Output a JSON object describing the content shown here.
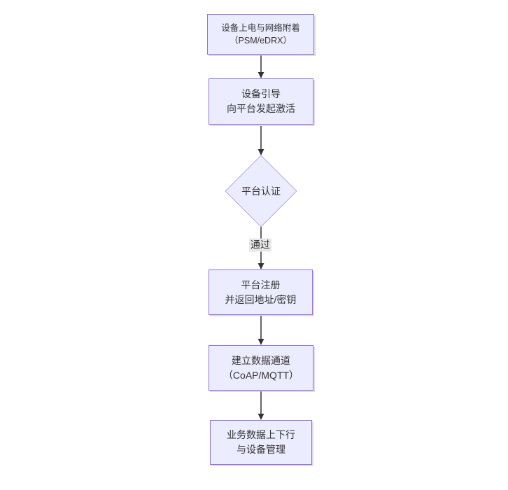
{
  "diagram": {
    "type": "flowchart-top-down",
    "nodes": [
      {
        "id": "power-attach",
        "shape": "rect",
        "lines": [
          "设备上电与网络附着",
          "（PSM/eDRX）"
        ]
      },
      {
        "id": "bootstrap-activate",
        "shape": "rect",
        "lines": [
          "设备引导",
          "向平台发起激活"
        ]
      },
      {
        "id": "platform-auth",
        "shape": "diamond",
        "lines": [
          "平台认证"
        ]
      },
      {
        "id": "platform-register",
        "shape": "rect",
        "lines": [
          "平台注册",
          "并返回地址/密钥"
        ]
      },
      {
        "id": "data-channel",
        "shape": "rect",
        "lines": [
          "建立数据通道",
          "（CoAP/MQTT）"
        ]
      },
      {
        "id": "business-data",
        "shape": "rect",
        "lines": [
          "业务数据上下行",
          "与设备管理"
        ]
      }
    ],
    "edge_label": "通过",
    "colors": {
      "node_fill": "#ECECFF",
      "node_border": "#9370DB",
      "diamond_border": "#b7a5e0",
      "edge": "#333333",
      "edge_label_bg": "#e8e8e8",
      "text": "#333333"
    }
  }
}
